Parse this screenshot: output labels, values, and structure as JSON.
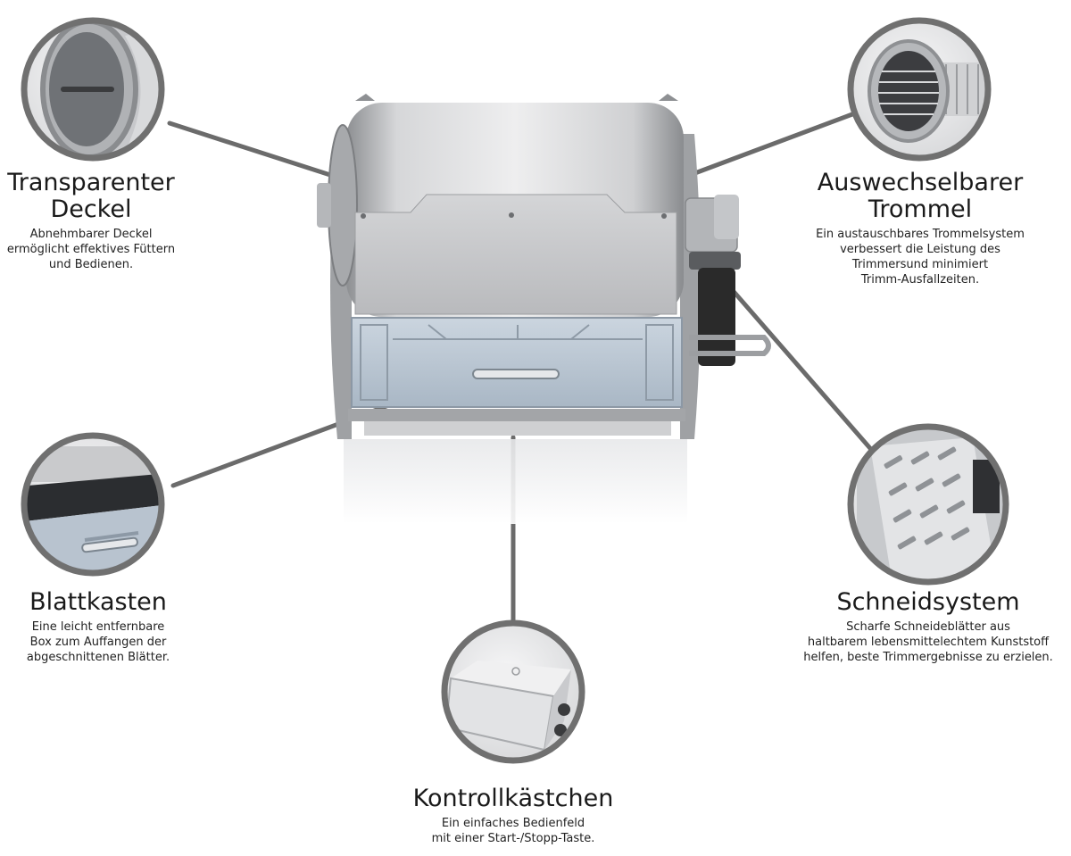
{
  "colors": {
    "connector": "#6b6b6b",
    "badge_ring": "#707070",
    "steel": "#c9cacc",
    "tray": "#b9c6d3",
    "motor": "#2a2a2a"
  },
  "callouts": [
    {
      "id": "lid",
      "icon": "lid-detail-icon",
      "title_lines": [
        "Transparenter",
        "Deckel"
      ],
      "desc_lines": [
        "Abnehmbarer Deckel",
        "ermöglicht effektives Füttern",
        "und Bedienen."
      ]
    },
    {
      "id": "drum",
      "icon": "drum-detail-icon",
      "title_lines": [
        "Auswechselbarer",
        "Trommel"
      ],
      "desc_lines": [
        "Ein austauschbares Trommelsystem",
        "verbessert die Leistung des",
        "Trimmersund minimiert",
        "Trimm-Ausfallzeiten."
      ]
    },
    {
      "id": "tray",
      "icon": "leaf-tray-detail-icon",
      "title_lines": [
        "Blattkasten"
      ],
      "desc_lines": [
        "Eine leicht entfernbare",
        "Box zum Auffangen der",
        "abgeschnittenen Blätter."
      ]
    },
    {
      "id": "blades",
      "icon": "blade-detail-icon",
      "title_lines": [
        "Schneidsystem"
      ],
      "desc_lines": [
        "Scharfe Schneideblätter aus",
        "haltbarem lebensmittelechtem Kunststoff",
        "helfen, beste Trimmergebnisse zu erzielen."
      ]
    },
    {
      "id": "control",
      "icon": "control-box-detail-icon",
      "title_lines": [
        "Kontrollkästchen"
      ],
      "desc_lines": [
        "Ein einfaches Bedienfeld",
        "mit einer Start-/Stopp-Taste."
      ]
    }
  ]
}
